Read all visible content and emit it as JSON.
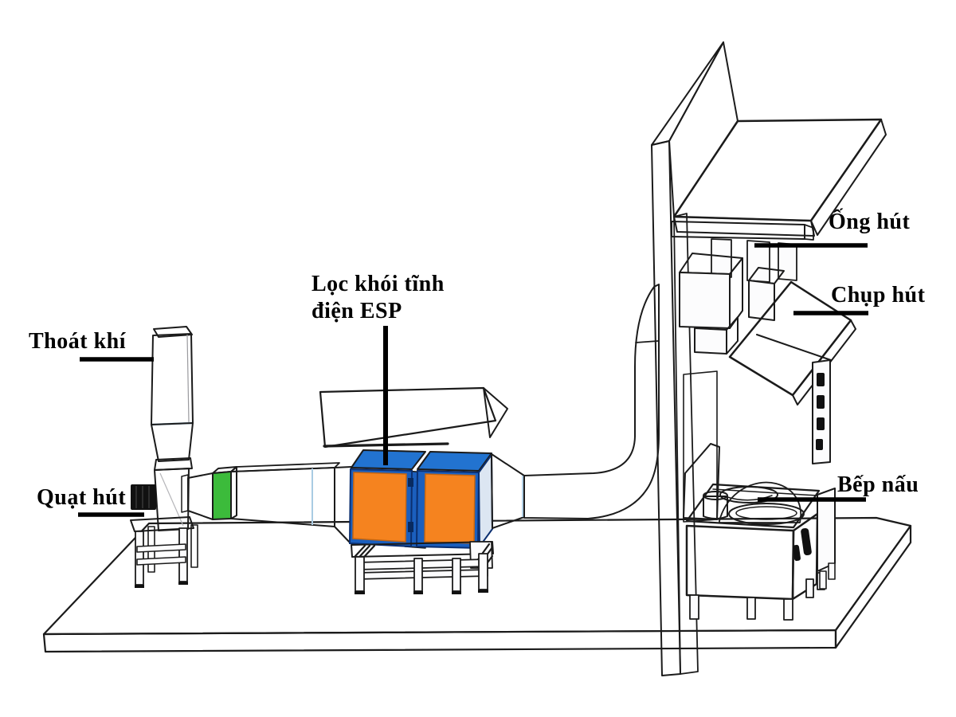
{
  "diagram": {
    "type": "technical-illustration",
    "subject": "Kitchen smoke extraction system with electrostatic ESP filter",
    "labels": {
      "exhaust": "Thoát khí",
      "fan": "Quạt hút",
      "esp_line1": "Lọc khói tĩnh",
      "esp_line2": "điện ESP",
      "duct": "Ống hút",
      "hood": "Chụp hút",
      "stove": "Bếp nấu"
    },
    "colors": {
      "page_bg": "#ffffff",
      "outline": "#1b1b1b",
      "floor": "#e4e4e6",
      "wall": "#e2e2e5",
      "esp_orange": "#f5831f",
      "esp_blue": "#2273d0",
      "esp_blue_dark": "#1b5fbe",
      "duct_green": "#3cbb3b",
      "seam_blue": "#a9cbe3",
      "motor_black": "#111111",
      "label_text": "#000000"
    }
  }
}
